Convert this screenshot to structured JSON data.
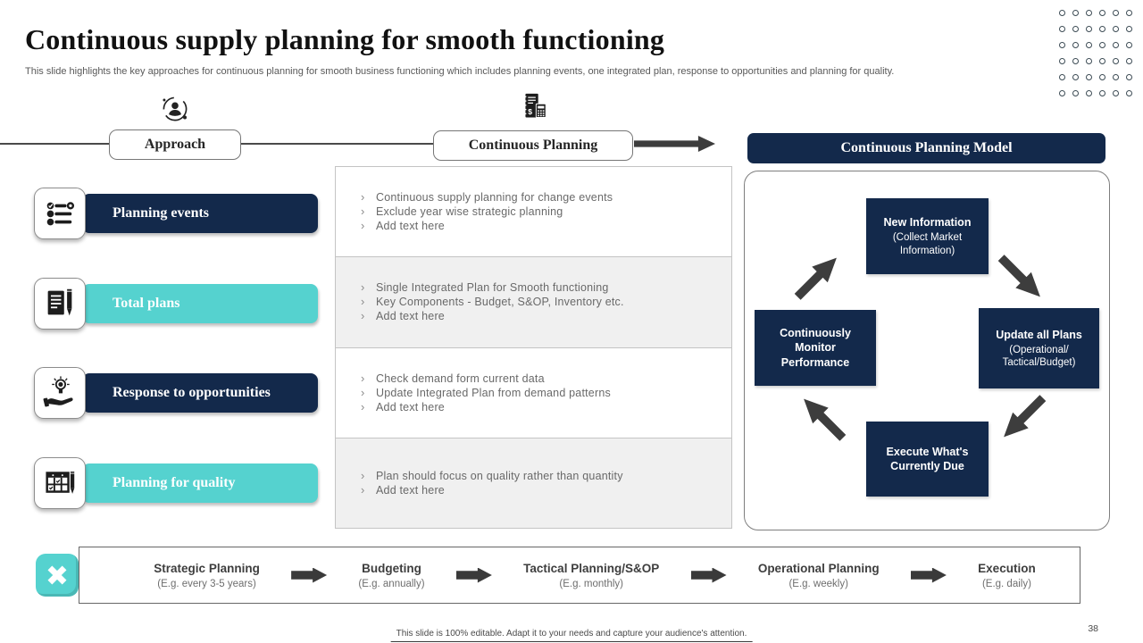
{
  "slide": {
    "title": "Continuous supply planning for smooth functioning",
    "subtitle": "This slide highlights the key approaches for continuous planning for smooth business functioning which includes planning events, one integrated plan, response to opportunities and planning for quality.",
    "footer_note": "This slide is 100% editable.  Adapt it to your needs and capture your audience's attention.",
    "page_number": "38"
  },
  "colors": {
    "navy": "#13294b",
    "teal": "#55d2cf",
    "arrow_gray": "#3d3d3d",
    "section_alt": "#f0f0f0"
  },
  "headers": {
    "approach_label": "Approach",
    "continuous_planning_label": "Continuous Planning",
    "model_title": "Continuous Planning Model"
  },
  "icons": {
    "approach": "person-orbit-icon",
    "continuous_planning": "notebook-calculator-icon",
    "rows": [
      "checklist-icon",
      "document-pencil-icon",
      "hand-lightbulb-icon",
      "calendar-pen-icon"
    ],
    "badge": "x-cross-icon"
  },
  "approaches": [
    {
      "label": "Planning events",
      "color": "navy",
      "points": [
        "Continuous supply planning  for change events",
        "Exclude year wise strategic planning",
        "Add text here"
      ]
    },
    {
      "label": "Total plans",
      "color": "teal",
      "points": [
        "Single Integrated Plan for Smooth functioning",
        "Key Components - Budget, S&OP, Inventory etc.",
        "Add text here"
      ]
    },
    {
      "label": "Response to opportunities",
      "color": "navy",
      "points": [
        "Check demand form current data",
        "Update Integrated Plan from demand patterns",
        "Add text here"
      ]
    },
    {
      "label": "Planning for quality",
      "color": "teal",
      "points": [
        "Plan should focus on quality rather than quantity",
        "Add text here"
      ]
    }
  ],
  "model": {
    "nodes": [
      {
        "title": "New Information",
        "subtitle": "(Collect Market Information)"
      },
      {
        "title": "Update all Plans",
        "subtitle": "(Operational/ Tactical/Budget)"
      },
      {
        "title": "Execute What's Currently Due",
        "subtitle": ""
      },
      {
        "title": "Continuously Monitor Performance",
        "subtitle": ""
      }
    ]
  },
  "timeline": {
    "stages": [
      {
        "title": "Strategic Planning",
        "subtitle": "(E.g. every 3-5 years)"
      },
      {
        "title": "Budgeting",
        "subtitle": "(E.g. annually)"
      },
      {
        "title": "Tactical Planning/S&OP",
        "subtitle": "(E.g. monthly)"
      },
      {
        "title": "Operational Planning",
        "subtitle": "(E.g. weekly)"
      },
      {
        "title": "Execution",
        "subtitle": "(E.g. daily)"
      }
    ]
  }
}
